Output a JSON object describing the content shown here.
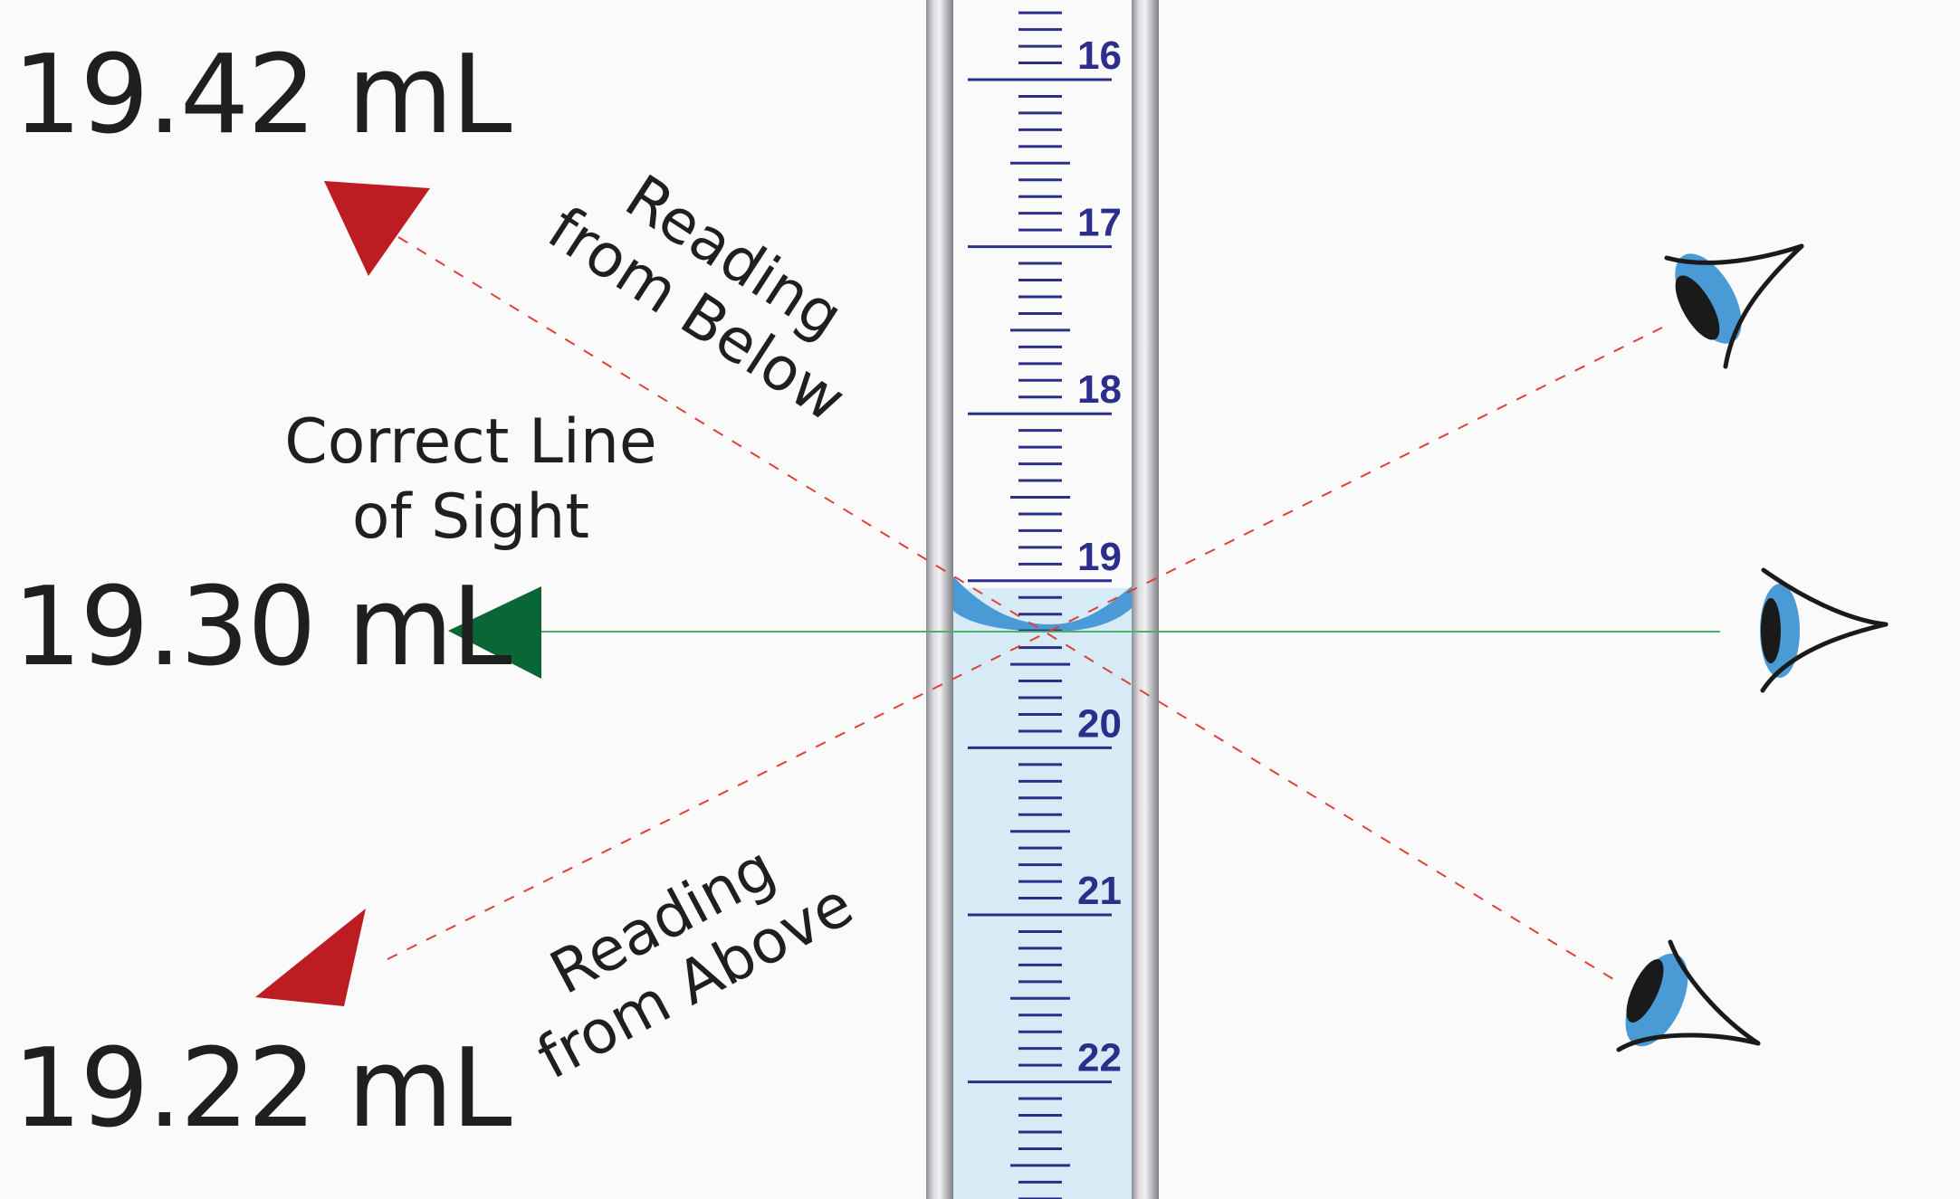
{
  "readings": {
    "from_below": "19.42 mL",
    "correct": "19.30 mL",
    "from_above": "19.22 mL"
  },
  "labels": {
    "correct_line_1": "Correct Line",
    "correct_line_2": "of Sight",
    "below_1": "Reading",
    "below_2": "from Below",
    "above_1": "Reading",
    "above_2": "from Above"
  },
  "burette": {
    "scale_labels": [
      "16",
      "17",
      "18",
      "19",
      "20",
      "21",
      "22"
    ],
    "unit": "mL",
    "meniscus_value": 19.3,
    "colors": {
      "ticks": "#2b2e8a",
      "liquid": "#d6ebf5",
      "meniscus": "#4a9ad6"
    }
  },
  "colors": {
    "incorrect_arrow": "#bd1c22",
    "correct_arrow": "#0a6634",
    "correct_line": "#4caf6a",
    "dashed_line": "#e0403a",
    "eye_iris": "#4a9ad6"
  },
  "icons": [
    "eye-icon-above",
    "eye-icon-level",
    "eye-icon-below",
    "triangle-arrow-red-down",
    "triangle-arrow-green-left",
    "triangle-arrow-red-up"
  ]
}
